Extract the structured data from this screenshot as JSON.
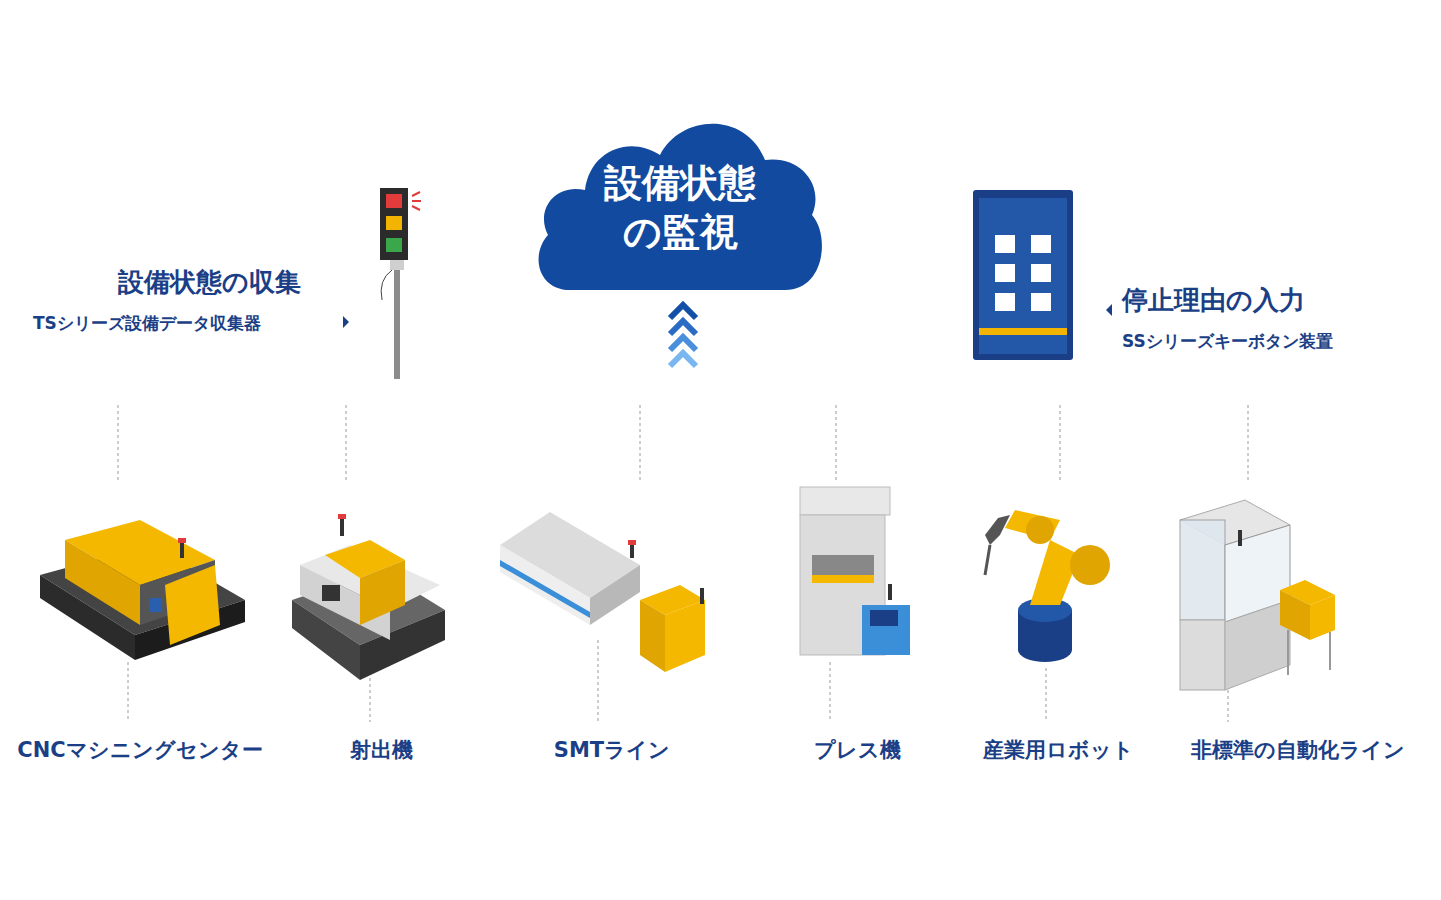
{
  "diagram": {
    "nodes": [
      {
        "text": [
          "設備状態 の監視"
        ]
      }
    ],
    "labels": [
      "設備状態の収集",
      "TSシリーズ設備データ収集器",
      "停止理由の入力",
      "SSシリーズキーボタン装置",
      "CNCマシニングセンター",
      "射出機",
      "SMTライン",
      "プレス機",
      "産業用ロボット",
      "非標準の自動化ライン"
    ]
  }
}
